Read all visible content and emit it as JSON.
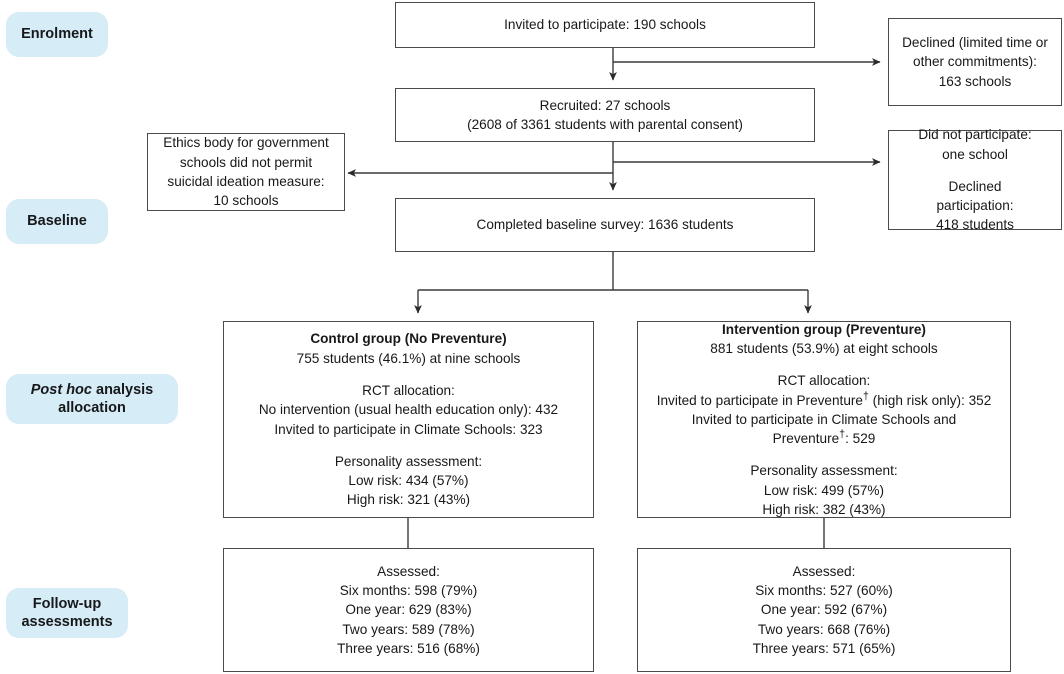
{
  "stages": [
    {
      "name": "enrolment",
      "label": "Enrolment",
      "italic_prefix": ""
    },
    {
      "name": "baseline",
      "label": "Baseline",
      "italic_prefix": ""
    },
    {
      "name": "posthoc",
      "label": "analysis\nallocation",
      "italic_prefix": "Post hoc"
    },
    {
      "name": "followup",
      "label": "Follow-up\nassessments",
      "italic_prefix": ""
    }
  ],
  "stage_labels": {
    "enrolment": "Enrolment",
    "baseline": "Baseline",
    "posthoc_italic": "Post hoc",
    "posthoc_rest": " analysis",
    "posthoc_line2": "allocation",
    "followup_line1": "Follow-up",
    "followup_line2": "assessments"
  },
  "boxes": {
    "invited": {
      "line1": "Invited to participate: 190 schools"
    },
    "declined_schools": {
      "line1": "Declined (limited time or",
      "line2": "other commitments):",
      "line3": "163 schools"
    },
    "recruited": {
      "line1": "Recruited: 27 schools",
      "line2": "(2608 of 3361 students with parental consent)"
    },
    "ethics": {
      "line1": "Ethics body for government",
      "line2": "schools did not permit",
      "line3": "suicidal ideation measure:",
      "line4": "10 schools"
    },
    "not_participate": {
      "line1": "Did not participate:",
      "line2": "one school",
      "line3": "Declined",
      "line4": "participation:",
      "line5": "418 students"
    },
    "baseline_survey": {
      "line1": "Completed baseline survey: 1636 students"
    },
    "control_group": {
      "header": "Control group (No Preventure)",
      "subhead": "755 students (46.1%) at nine schools",
      "rct_label": "RCT allocation:",
      "rct_line1": "No intervention (usual health education only): 432",
      "rct_line2": "Invited to participate in Climate Schools: 323",
      "pers_label": "Personality assessment:",
      "pers_line1": "Low risk: 434 (57%)",
      "pers_line2": "High risk: 321 (43%)"
    },
    "intervention_group": {
      "header": "Intervention group (Preventure)",
      "subhead": "881 students (53.9%) at eight schools",
      "rct_label": "RCT allocation:",
      "rct_line1_a": "Invited to participate in Preventure",
      "rct_line1_b": " (high risk only): 352",
      "rct_line2_a": "Invited to participate in Climate Schools and",
      "rct_line2_b": "Preventure",
      "rct_line2_c": ": 529",
      "dagger": "†",
      "pers_label": "Personality assessment:",
      "pers_line1": "Low risk: 499 (57%)",
      "pers_line2": "High risk: 382 (43%)"
    },
    "control_followup": {
      "header": "Assessed:",
      "line1": "Six months: 598 (79%)",
      "line2": "One year: 629 (83%)",
      "line3": "Two years: 589 (78%)",
      "line4": "Three years: 516 (68%)"
    },
    "intervention_followup": {
      "header": "Assessed:",
      "line1": "Six months: 527 (60%)",
      "line2": "One year: 592 (67%)",
      "line3": "Two years: 668 (76%)",
      "line4": "Three years: 571 (65%)"
    }
  },
  "colors": {
    "badge_background": "#d6ecf7",
    "box_border": "#4b4b4b",
    "connector": "#3a3a3a",
    "text": "#17181a",
    "page_background": "#ffffff"
  }
}
